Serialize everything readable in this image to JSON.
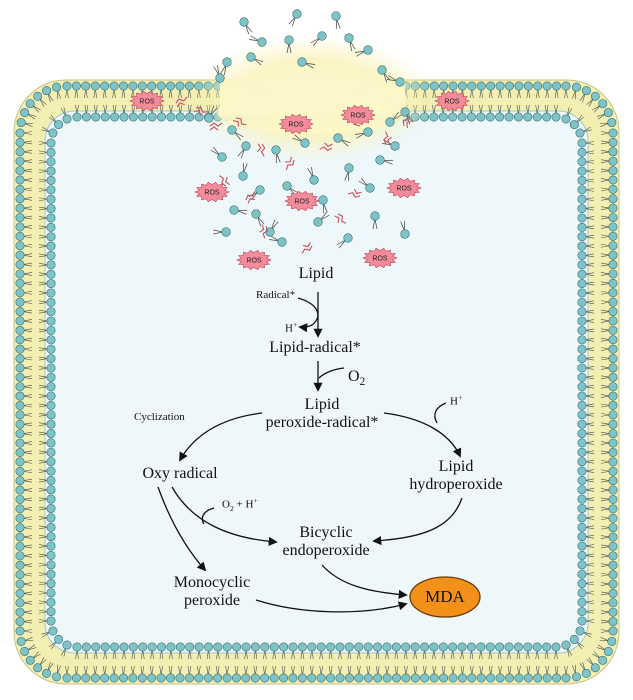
{
  "nodes": {
    "lipid": "Lipid",
    "radical_in": "Radical*",
    "h_plus_out_label": "H",
    "lipid_radical": "Lipid-radical*",
    "o2_label": "O",
    "o2_sub": "2",
    "lipid_peroxide_radical_line1": "Lipid",
    "lipid_peroxide_radical_line2": "peroxide-radical*",
    "cyclization": "Cyclization",
    "h_plus_in_label": "H",
    "oxy_radical": "Oxy radical",
    "lipid_hydroperoxide_line1": "Lipid",
    "lipid_hydroperoxide_line2": "hydroperoxide",
    "o2_h_label_a": "O",
    "o2_h_sub": "2",
    "o2_h_label_b": " + H",
    "bicyclic_line1": "Bicyclic",
    "bicyclic_line2": "endoperoxide",
    "monocyclic_line1": "Monocyclic",
    "monocyclic_line2": "peroxide",
    "mda": "MDA",
    "plus_sign": "+"
  },
  "ros_label": "ROS",
  "colors": {
    "membrane_fill": "#f3eeb2",
    "lipid_head": "#7fc3c7",
    "lipid_head_stroke": "#2f6f73",
    "cell_interior": "#eef7f9",
    "glow": "#fbf7c6",
    "ros_fill": "#f28c9a",
    "ros_stroke": "#c84f60",
    "mda_fill": "#f39019",
    "arrow": "#111111"
  }
}
